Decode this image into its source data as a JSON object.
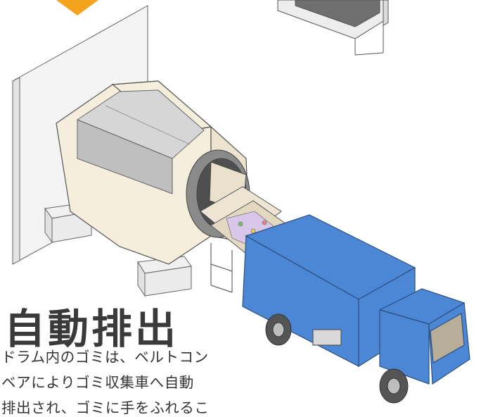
{
  "heading": "自動排出",
  "description_lines": [
    "ドラム内のゴミは、ベルトコン",
    "ベアによりゴミ収集車へ自動",
    "排出され、ゴミに手をふれるこ"
  ],
  "colors": {
    "accent_arrow": "#f4a41c",
    "machine_body": "#f5eedd",
    "drum_steel": "#c9c9c9",
    "truck_body": "#4c87d6",
    "truck_window": "#b8ad98",
    "tire": "#555555"
  }
}
